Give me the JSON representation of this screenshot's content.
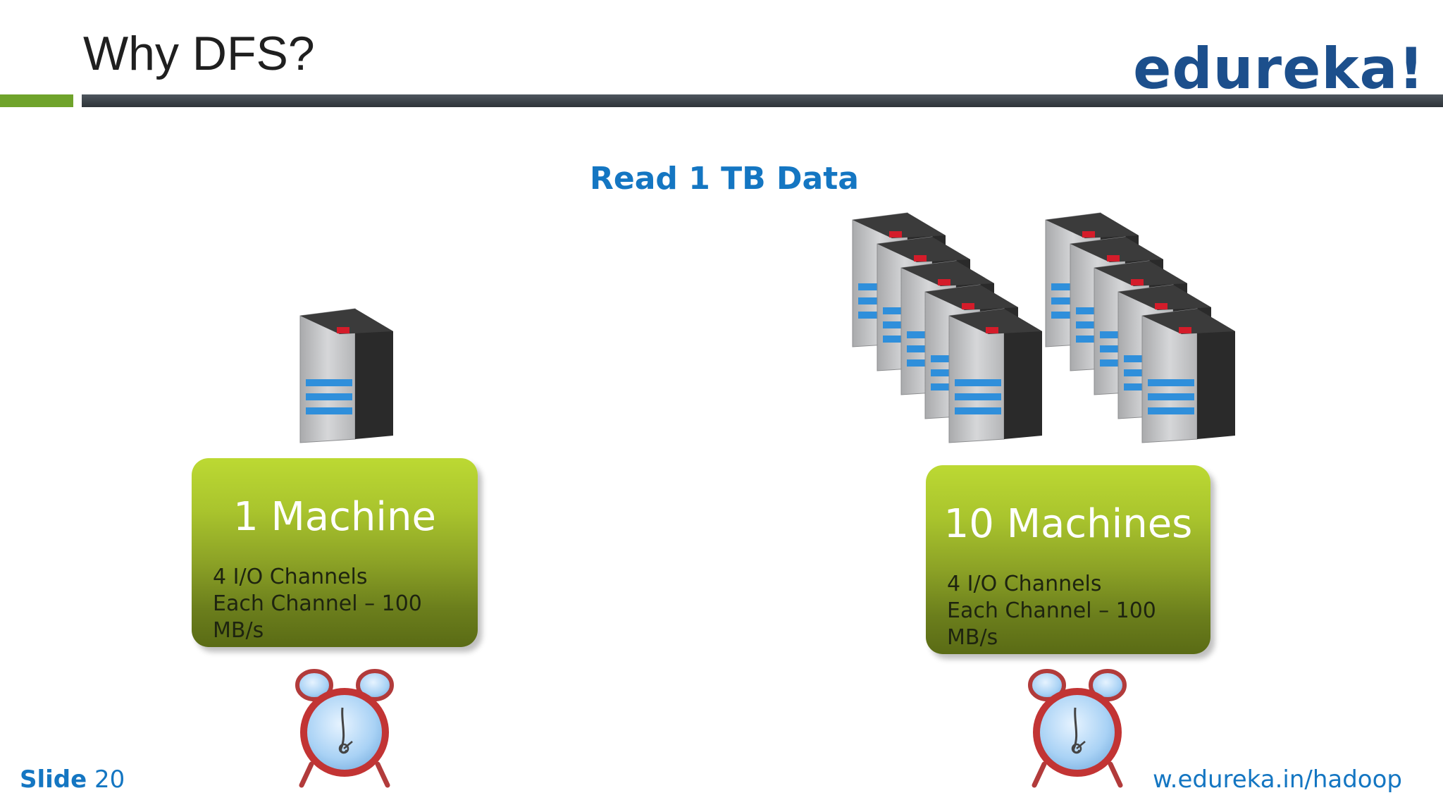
{
  "slide": {
    "title": "Why DFS?",
    "logo_text": "edureka!",
    "heading": "Read 1 TB Data"
  },
  "left_card": {
    "title": "1 Machine",
    "line1": "4 I/O Channels",
    "line2": "Each Channel – 100 MB/s"
  },
  "right_card": {
    "title": "10 Machines",
    "line1": "4 I/O Channels",
    "line2": "Each Channel – 100 MB/s"
  },
  "footer": {
    "slide_label": "Slide",
    "slide_number": "20",
    "url": "w.edureka.in/hadoop"
  },
  "colors": {
    "accent_green": "#6fa32b",
    "heading_blue": "#1476c2",
    "logo_blue": "#1c4f8c",
    "card_green_top": "#bcd933",
    "card_green_bottom": "#5a6b15"
  },
  "icons": {
    "server": "server-icon",
    "clock": "alarm-clock-icon"
  }
}
